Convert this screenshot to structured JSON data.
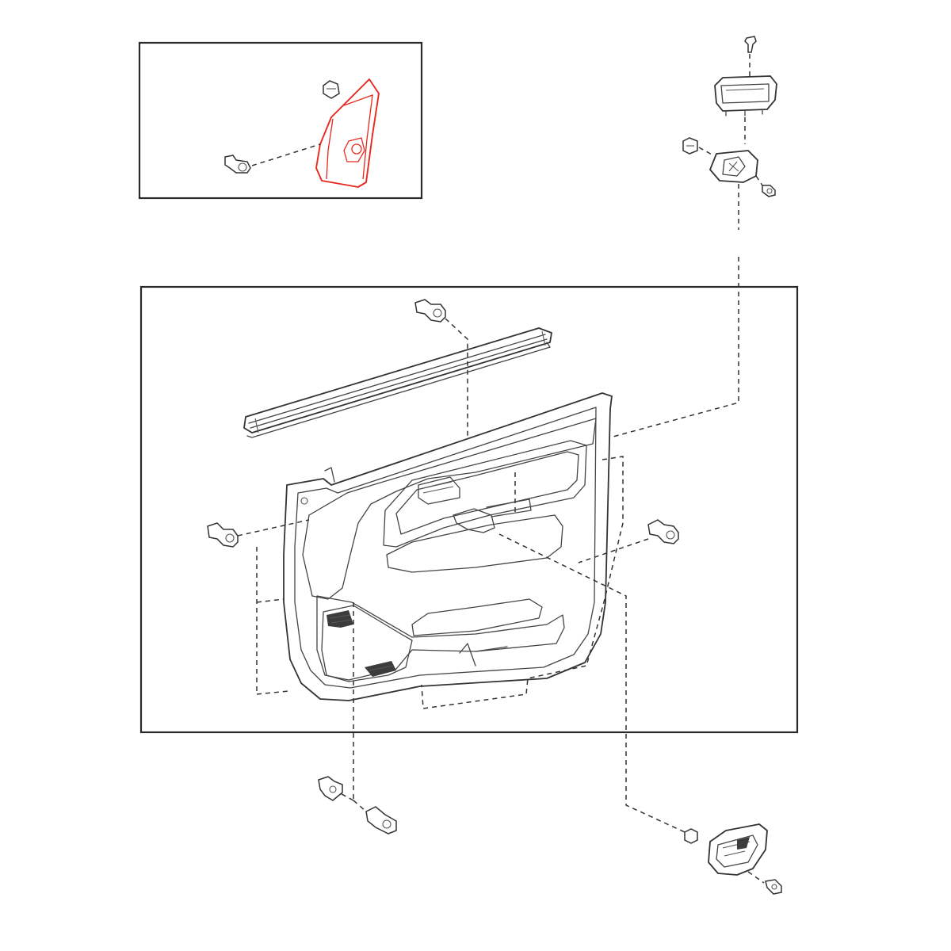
{
  "diagram": {
    "type": "exploded-parts-view",
    "highlight_color": "#e8281e",
    "line_color": "#333333",
    "background": "#ffffff",
    "parts": [
      {
        "name": "mirror-corner-cover",
        "highlighted": true,
        "inset": true
      },
      {
        "name": "inset-clip"
      },
      {
        "name": "inset-screw"
      },
      {
        "name": "armrest-pull-cup"
      },
      {
        "name": "pull-cup-screw"
      },
      {
        "name": "armrest-bracket"
      },
      {
        "name": "bracket-clip"
      },
      {
        "name": "bracket-screw"
      },
      {
        "name": "belt-moulding-weatherstrip"
      },
      {
        "name": "door-trim-panel"
      },
      {
        "name": "panel-clip-top"
      },
      {
        "name": "panel-clip-left"
      },
      {
        "name": "panel-clip-right"
      },
      {
        "name": "lower-clip-a"
      },
      {
        "name": "lower-clip-b"
      },
      {
        "name": "inside-handle-bezel"
      },
      {
        "name": "bezel-clip"
      },
      {
        "name": "bezel-screw"
      }
    ]
  }
}
